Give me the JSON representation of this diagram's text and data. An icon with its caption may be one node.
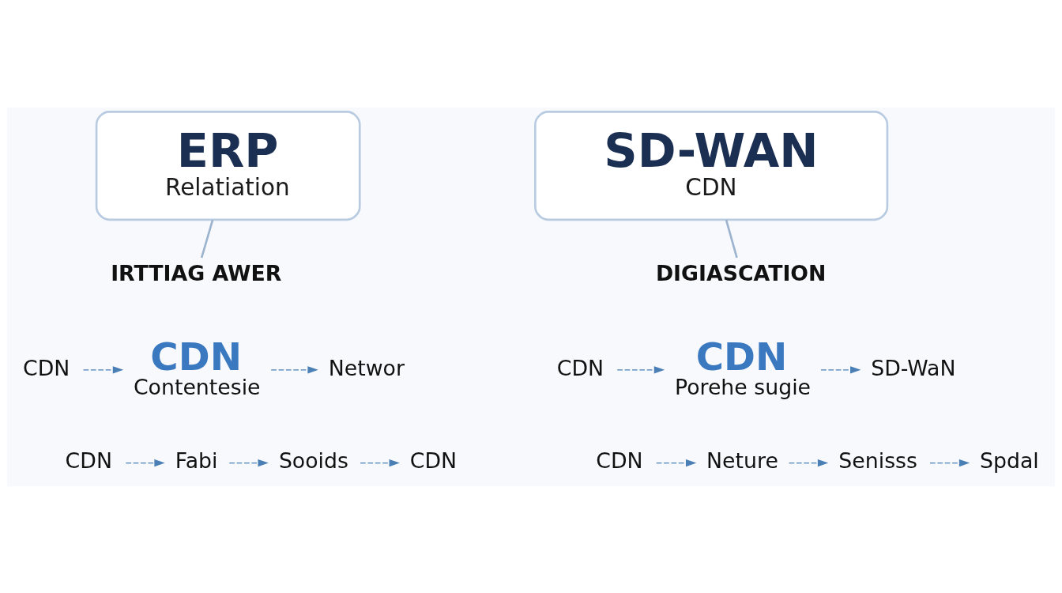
{
  "diagram": {
    "nodes": [
      {
        "text": [
          "ERP",
          "Relatiation"
        ]
      },
      {
        "text": [
          "SD-WAN",
          "CDN"
        ]
      },
      {
        "text": [
          "IRTTIAG AWER"
        ]
      },
      {
        "text": [
          "DIGIASCATION"
        ]
      },
      {
        "text": [
          "CDN"
        ]
      },
      {
        "text": [
          "CDN",
          "Contentesie"
        ]
      },
      {
        "text": [
          "Networ"
        ]
      },
      {
        "text": [
          "CDN"
        ]
      },
      {
        "text": [
          "Fabi"
        ]
      },
      {
        "text": [
          "Sooids"
        ]
      },
      {
        "text": [
          "CDN"
        ]
      },
      {
        "text": [
          "CDN"
        ]
      },
      {
        "text": [
          "CDN",
          "Porehe sugie"
        ]
      },
      {
        "text": [
          "SD-WaN"
        ]
      },
      {
        "text": [
          "CDN"
        ]
      },
      {
        "text": [
          "Neture"
        ]
      },
      {
        "text": [
          "Senisss"
        ]
      },
      {
        "text": [
          "Spdal"
        ]
      }
    ],
    "edges": [
      {
        "from": 0,
        "to": 2,
        "arrow": "none"
      },
      {
        "from": 1,
        "to": 3,
        "arrow": "none"
      },
      {
        "from": 4,
        "to": 5,
        "arrow": "to",
        "style": "dashed"
      },
      {
        "from": 5,
        "to": 6,
        "arrow": "to",
        "style": "dashed"
      },
      {
        "from": 7,
        "to": 8,
        "arrow": "to",
        "style": "dashed"
      },
      {
        "from": 8,
        "to": 9,
        "arrow": "to",
        "style": "dashed"
      },
      {
        "from": 9,
        "to": 10,
        "arrow": "to",
        "style": "dashed"
      },
      {
        "from": 11,
        "to": 12,
        "arrow": "to",
        "style": "dashed"
      },
      {
        "from": 12,
        "to": 13,
        "arrow": "to",
        "style": "dashed"
      },
      {
        "from": 14,
        "to": 15,
        "arrow": "to",
        "style": "dashed"
      },
      {
        "from": 15,
        "to": 16,
        "arrow": "to",
        "style": "dashed"
      },
      {
        "from": 16,
        "to": 17,
        "arrow": "to",
        "style": "dashed"
      }
    ]
  }
}
